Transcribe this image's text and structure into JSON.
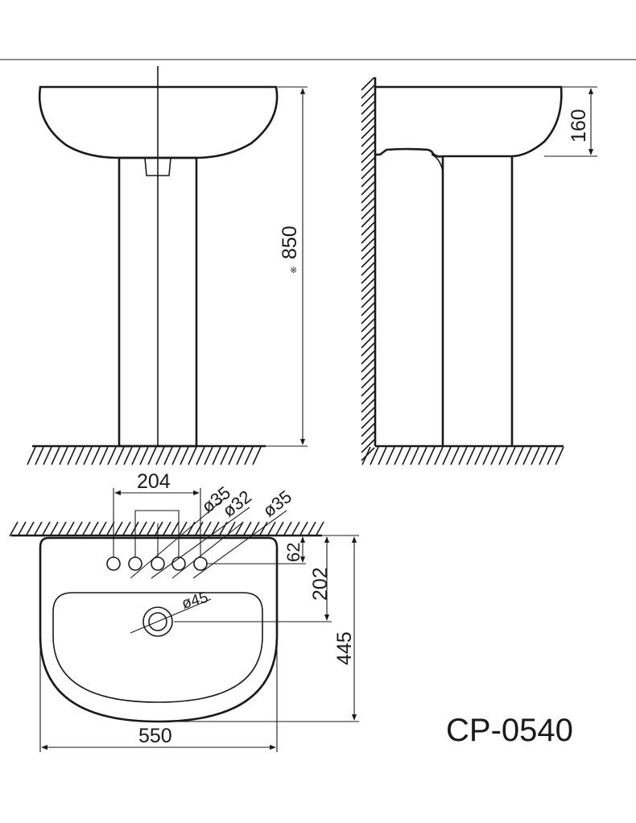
{
  "diagram": {
    "model_code": "CP-0540",
    "dimensions": {
      "height": "850",
      "approx_mark": "※",
      "bowl_depth": "160",
      "tap_hole_span": "204",
      "hole_dia_left": "ø35",
      "hole_dia_center": "ø32",
      "hole_dia_right": "ø35",
      "hole_offset": "62",
      "drain_offset": "202",
      "basin_depth": "445",
      "drain_dia": "ø45",
      "basin_width": "550"
    }
  }
}
